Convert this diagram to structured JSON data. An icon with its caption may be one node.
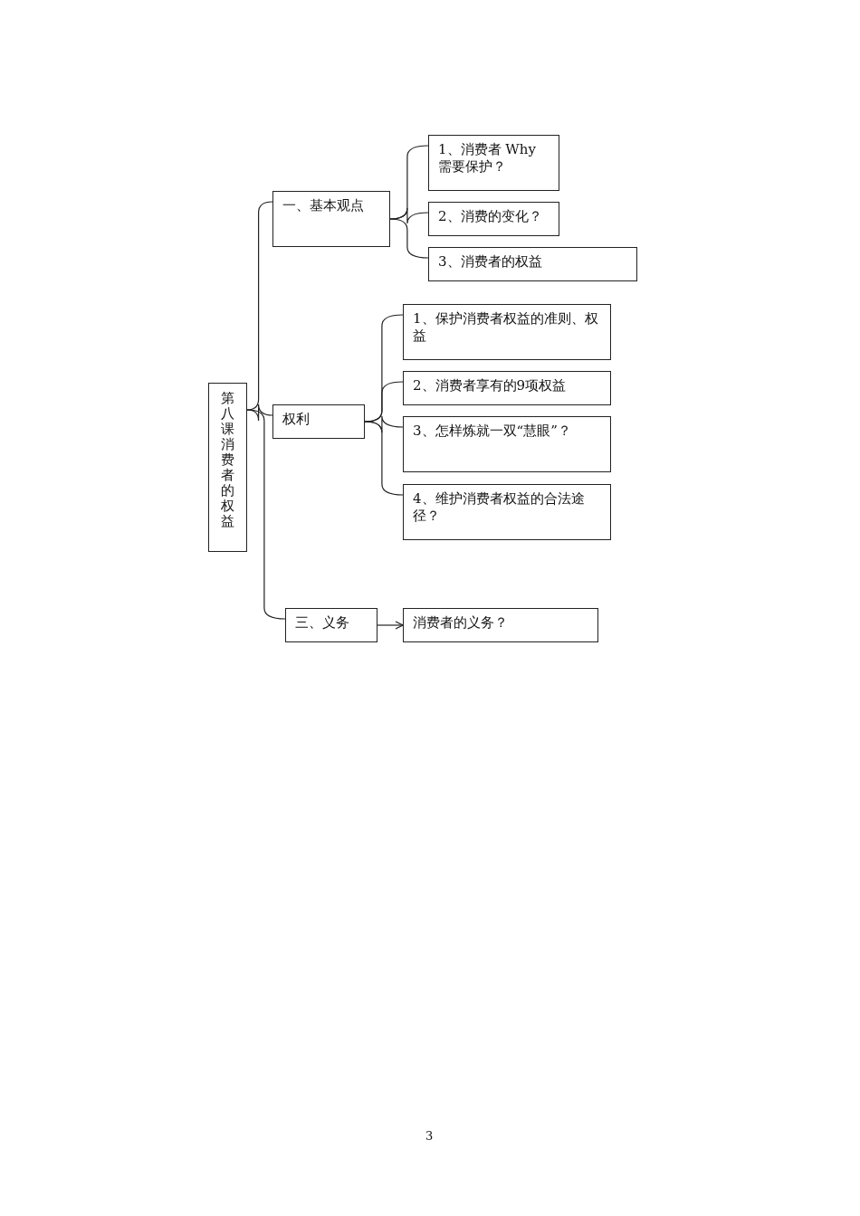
{
  "diagram": {
    "nodes": [
      {
        "text": [
          "第八课消费者的权益"
        ]
      },
      {
        "text": [
          "一、基本观点"
        ]
      },
      {
        "text": [
          "1、消费者 Why 需要保护？"
        ]
      },
      {
        "text": [
          "2、消费的变化？"
        ]
      },
      {
        "text": [
          "3、消费者的权益"
        ]
      },
      {
        "text": [
          "权利"
        ]
      },
      {
        "text": [
          "1、保护消费者权益的准则、权益"
        ]
      },
      {
        "text": [
          "2、消费者享有的9项权益"
        ]
      },
      {
        "text": [
          "3、怎样炼就一双“慧眼”？"
        ]
      },
      {
        "text": [
          "4、维护消费者权益的合法途径？"
        ]
      },
      {
        "text": [
          "三、义务"
        ]
      },
      {
        "text": [
          "消费者的义务？"
        ]
      }
    ],
    "edges": [
      {
        "from": 0,
        "to": 1,
        "arrow": "none"
      },
      {
        "from": 0,
        "to": 5,
        "arrow": "none"
      },
      {
        "from": 0,
        "to": 10,
        "arrow": "none"
      },
      {
        "from": 1,
        "to": 2,
        "arrow": "none"
      },
      {
        "from": 1,
        "to": 3,
        "arrow": "none"
      },
      {
        "from": 1,
        "to": 4,
        "arrow": "none"
      },
      {
        "from": 5,
        "to": 6,
        "arrow": "none"
      },
      {
        "from": 5,
        "to": 7,
        "arrow": "none"
      },
      {
        "from": 5,
        "to": 8,
        "arrow": "none"
      },
      {
        "from": 5,
        "to": 9,
        "arrow": "none"
      },
      {
        "from": 10,
        "to": 11,
        "arrow": "to"
      }
    ],
    "labels": [
      "3"
    ]
  }
}
